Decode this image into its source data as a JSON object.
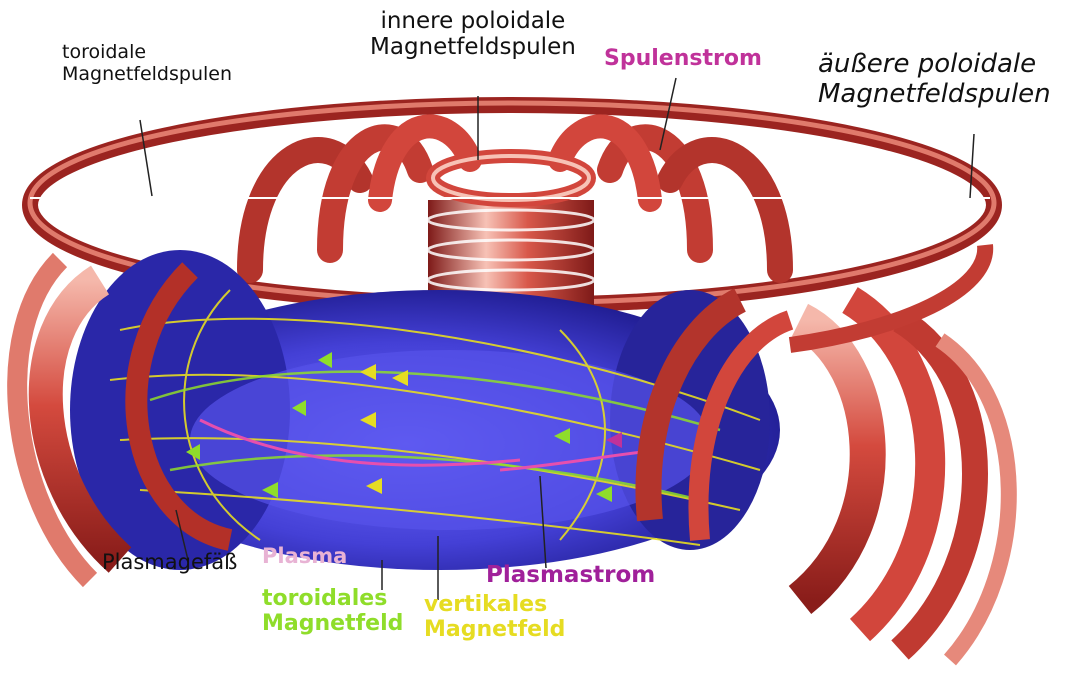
{
  "labels": {
    "toroidal_coils": [
      "toroidale",
      "Magnetfeldspulen"
    ],
    "inner_poloidal": [
      "innere poloidale",
      "Magnetfeldspulen"
    ],
    "coil_current": "Spulenstrom",
    "outer_poloidal": [
      "äußere poloidale",
      "Magnetfeldspulen"
    ],
    "vessel": "Plasmagefäß",
    "plasma": "Plasma",
    "toroidal_field": [
      "toroidales",
      "Magnetfeld"
    ],
    "poloidal_field": [
      "vertikales",
      "Magnetfeld"
    ],
    "plasma_current": "Plasmastrom"
  },
  "colors": {
    "coil": "#d2463c",
    "coil_dark": "#8e1f1c",
    "coil_light": "#f3b1a6",
    "plasma": "#4b47e0",
    "plasma_dark": "#1f1c8a",
    "spulenstrom": "#c0329a",
    "plasma_label": "#e8b3d4",
    "toroidal_field": "#8fdd2a",
    "poloidal_field": "#e6dc22",
    "plasmastrom": "#a0209a"
  }
}
